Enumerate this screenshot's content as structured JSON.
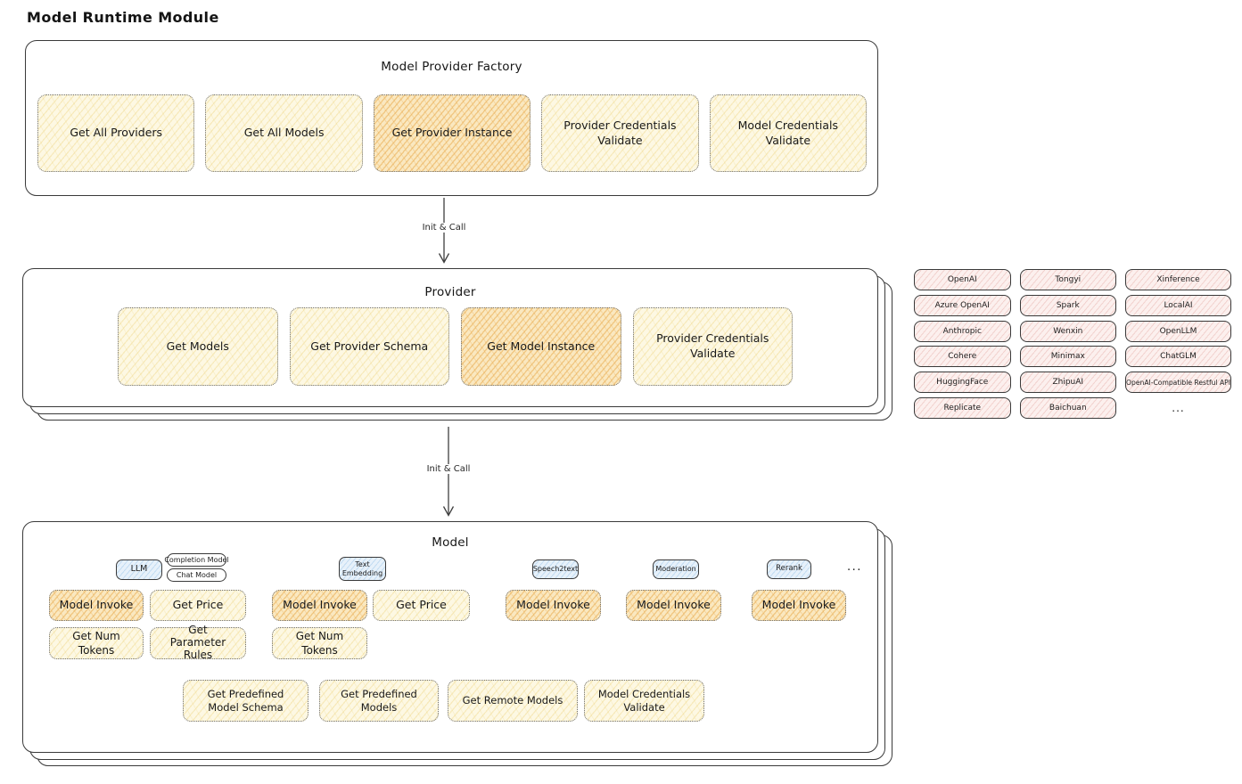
{
  "page_title": "Model Runtime Module",
  "colors": {
    "cream_fill": "#FDF8E3",
    "cream_hatch": "#EED480",
    "highlight_fill": "#FAE8C0",
    "highlight_hatch": "#E7A646",
    "provider_pill_fill": "#FCF0EE",
    "provider_pill_hatch": "#E4A8A2",
    "model_type_pill_fill": "#E7F1FA",
    "model_type_pill_hatch": "#94C1E9",
    "outline": "#3a3a3a"
  },
  "arrows": {
    "init_call_1": "Init & Call",
    "init_call_2": "Init & Call"
  },
  "factory": {
    "title": "Model Provider Factory",
    "buttons": [
      {
        "label": "Get All Providers",
        "highlighted": false
      },
      {
        "label": "Get All Models",
        "highlighted": false
      },
      {
        "label": "Get Provider Instance",
        "highlighted": true
      },
      {
        "label": "Provider Credentials Validate",
        "highlighted": false
      },
      {
        "label": "Model Credentials Validate",
        "highlighted": false
      }
    ]
  },
  "provider": {
    "title": "Provider",
    "buttons": [
      {
        "label": "Get Models",
        "highlighted": false
      },
      {
        "label": "Get Provider Schema",
        "highlighted": false
      },
      {
        "label": "Get Model Instance",
        "highlighted": true
      },
      {
        "label": "Provider Credentials Validate",
        "highlighted": false
      }
    ]
  },
  "provider_list": {
    "items": [
      "OpenAI",
      "Tongyi",
      "Xinference",
      "Azure OpenAI",
      "Spark",
      "LocalAI",
      "Anthropic",
      "Wenxin",
      "OpenLLM",
      "Cohere",
      "Minimax",
      "ChatGLM",
      "HuggingFace",
      "ZhipuAI",
      "OpenAI-Compatible Restful API",
      "Replicate",
      "Baichuan"
    ],
    "more": "..."
  },
  "model": {
    "title": "Model",
    "tabs": {
      "llm": "LLM",
      "completion": "Completion Model",
      "chat": "Chat Model",
      "text_embedding": "Text Embedding",
      "speech2text": "Speech2text",
      "moderation": "Moderation",
      "rerank": "Rerank",
      "more": "..."
    },
    "labels": {
      "model_invoke": "Model Invoke",
      "get_price": "Get Price",
      "get_num_tokens": "Get Num Tokens",
      "get_parameter_rules": "Get Parameter Rules",
      "get_predefined_model_schema": "Get Predefined Model Schema",
      "get_predefined_models": "Get Predefined Models",
      "get_remote_models": "Get Remote Models",
      "model_credentials_validate": "Model Credentials Validate"
    }
  }
}
